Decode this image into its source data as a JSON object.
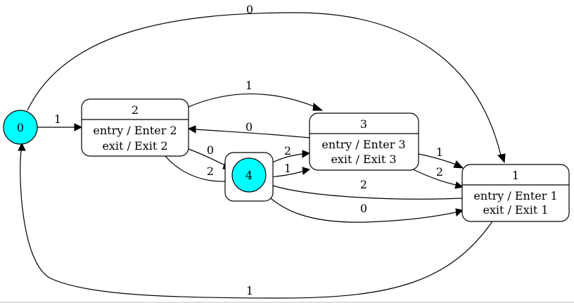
{
  "colors": {
    "initial_node_fill": "#00ffff",
    "stroke": "#000000",
    "background": "#ffffff"
  },
  "nodes": {
    "n0": {
      "label": "0"
    },
    "n4": {
      "label": "4"
    },
    "s2": {
      "title": "2",
      "entry": "entry / Enter 2",
      "exit": "exit / Exit 2"
    },
    "s3": {
      "title": "3",
      "entry": "entry / Enter 3",
      "exit": "exit / Exit 3"
    },
    "s1": {
      "title": "1",
      "entry": "entry / Enter 1",
      "exit": "exit / Exit 1"
    }
  },
  "edges": {
    "e_0_1_top": "0",
    "e_0_2": "1",
    "e_2_3": "1",
    "e_3_2": "0",
    "e_2_4_a": "0",
    "e_2_4_b": "2",
    "e_4_3_a": "2",
    "e_4_3_b": "1",
    "e_3_1_a": "1",
    "e_3_1_b": "2",
    "e_1_4": "2",
    "e_4_1": "0",
    "e_1_0_bottom": "1"
  }
}
